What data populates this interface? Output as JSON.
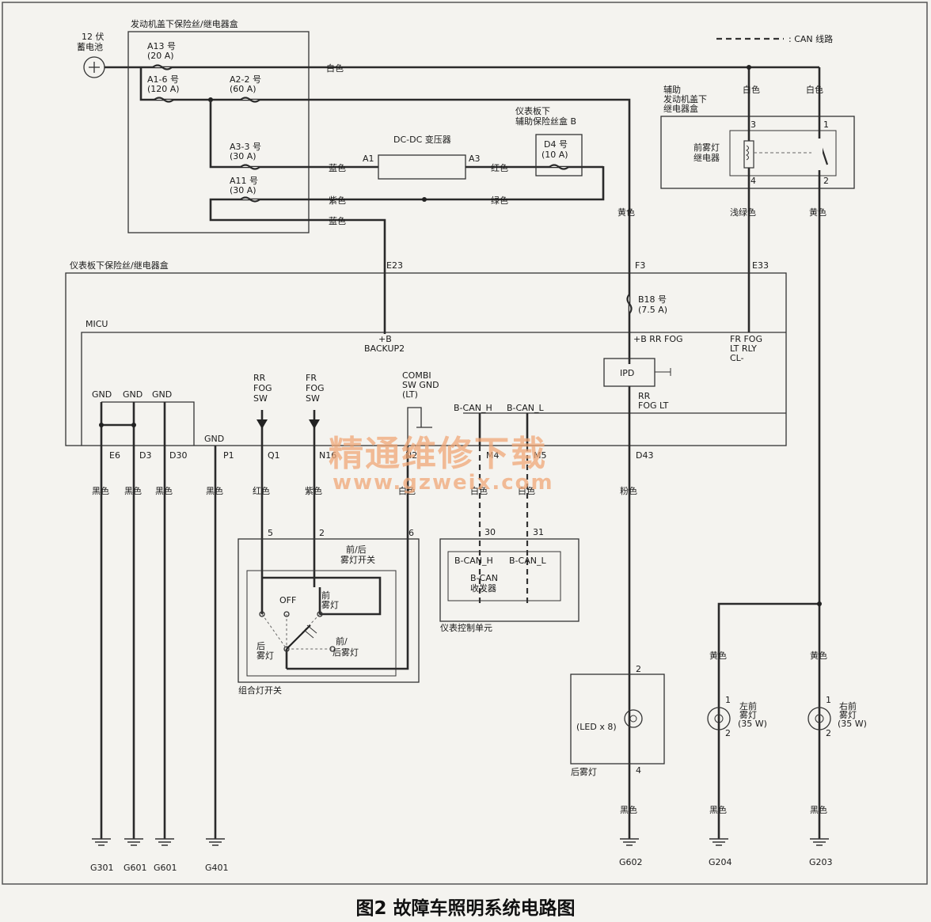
{
  "legend_can": ": CAN 线路",
  "battery": {
    "line1": "12 伏",
    "line2": "蓄电池"
  },
  "engine_box": {
    "title": "发动机盖下保险丝/继电器盒",
    "fuses": [
      {
        "id": "A13 号",
        "rating": "(20 A)"
      },
      {
        "id": "A1-6 号",
        "rating": "(120 A)"
      },
      {
        "id": "A2-2 号",
        "rating": "(60 A)"
      },
      {
        "id": "A3-3 号",
        "rating": "(30 A)"
      },
      {
        "id": "A11 号",
        "rating": "(30 A)"
      }
    ]
  },
  "wire_colors": {
    "white1": "白色",
    "blue1": "蓝色",
    "purple": "紫色",
    "blue2": "蓝色",
    "red": "红色",
    "green": "绿色",
    "yellow1": "黄色",
    "white2": "白色",
    "white3": "白色",
    "lightgreen": "浅绿色",
    "yellow2": "黄色"
  },
  "dcdc": {
    "label": "DC-DC 变压器",
    "pin_a1": "A1",
    "pin_a3": "A3"
  },
  "dash_aux_box": {
    "line1": "仪表板下",
    "line2": "辅助保险丝盒 B",
    "fuse_id": "D4 号",
    "fuse_rating": "(10 A)"
  },
  "aux_engine_box": {
    "line1": "辅助",
    "line2": "发动机盖下",
    "line3": "继电器盒",
    "relay_l1": "前雾灯",
    "relay_l2": "继电器",
    "pin3": "3",
    "pin1": "1",
    "pin4": "4",
    "pin2": "2"
  },
  "dash_box": {
    "title": "仪表板下保险丝/继电器盒",
    "micu": "MICU",
    "e23": "E23",
    "f3": "F3",
    "e33": "E33",
    "backup_l1": "+B",
    "backup_l2": "BACKUP2",
    "b18_id": "B18 号",
    "b18_rating": "(7.5 A)",
    "rrfog_b": "+B RR FOG",
    "frfog_l1": "FR FOG",
    "frfog_l2": "LT RLY",
    "frfog_l3": "CL-",
    "ipd": "IPD",
    "rrfogLt_l1": "RR",
    "rrfogLt_l2": "FOG LT",
    "gnd1": "GND",
    "gnd2": "GND",
    "gnd3": "GND",
    "gnd4": "GND",
    "rr_l1": "RR",
    "rr_l2": "FOG",
    "rr_l3": "SW",
    "fr_l1": "FR",
    "fr_l2": "FOG",
    "fr_l3": "SW",
    "combi_l1": "COMBI",
    "combi_l2": "SW GND",
    "combi_l3": "(LT)",
    "bcanh": "B-CAN_H",
    "bcanl": "B-CAN_L"
  },
  "connectors": {
    "e6": "E6",
    "d3": "D3",
    "d30": "D30",
    "p1": "P1",
    "q1": "Q1",
    "n16": "N16",
    "n2": "N2",
    "m4": "M4",
    "m5": "M5",
    "d43": "D43"
  },
  "bottom_colors": {
    "black1": "黑色",
    "black2": "黑色",
    "black3": "黑色",
    "black4": "黑色",
    "red": "红色",
    "purple": "紫色",
    "lt": "白色",
    "canh": "白色",
    "canl": "白色",
    "pink": "粉色"
  },
  "combo_switch": {
    "pin5": "5",
    "pin2": "2",
    "pin6": "6",
    "title_l1": "前/后",
    "title_l2": "雾灯开关",
    "off": "OFF",
    "front_l1": "前",
    "front_l2": "雾灯",
    "rear_l1": "后",
    "rear_l2": "雾灯",
    "fr_l1": "前/",
    "fr_l2": "后雾灯",
    "label": "组合灯开关"
  },
  "gauge": {
    "pin30": "30",
    "pin31": "31",
    "canh": "B-CAN_H",
    "canl": "B-CAN_L",
    "trans_l1": "B-CAN",
    "trans_l2": "收发器",
    "label": "仪表控制单元"
  },
  "rear_fog": {
    "pin2": "2",
    "pin4": "4",
    "led": "(LED x 8)",
    "label": "后雾灯",
    "black": "黑色"
  },
  "left_fog": {
    "yellow": "黄色",
    "pin1": "1",
    "pin2": "2",
    "l1": "左前",
    "l2": "雾灯",
    "l3": "(35 W)",
    "black": "黑色"
  },
  "right_fog": {
    "yellow": "黄色",
    "pin1": "1",
    "pin2": "2",
    "l1": "右前",
    "l2": "雾灯",
    "l3": "(35 W)",
    "black": "黑色"
  },
  "grounds": {
    "g301": "G301",
    "g601a": "G601",
    "g601b": "G601",
    "g401": "G401",
    "g602": "G602",
    "g204": "G204",
    "g203": "G203"
  },
  "watermark": {
    "cn": "精通维修下载",
    "url": "www.gzweix.com"
  },
  "caption": "图2 故障车照明系统电路图"
}
